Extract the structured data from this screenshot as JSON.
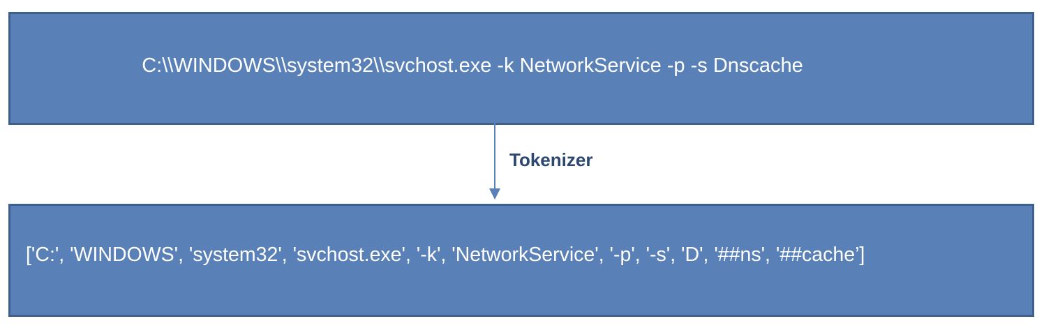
{
  "diagram": {
    "input_box": {
      "text": "C:\\\\WINDOWS\\\\system32\\\\svchost.exe -k NetworkService -p -s Dnscache"
    },
    "arrow": {
      "label": "Tokenizer"
    },
    "output_box": {
      "text": "['C:', 'WINDOWS', 'system32', 'svchost.exe', '-k', 'NetworkService', '-p', '-s', 'D', '##ns', '##cache’]"
    },
    "colors": {
      "box_fill": "#5a80b8",
      "box_border": "#3f5f8c",
      "box_text": "#ffffff",
      "arrow": "#5a80b8",
      "label_text": "#2c4770"
    }
  }
}
